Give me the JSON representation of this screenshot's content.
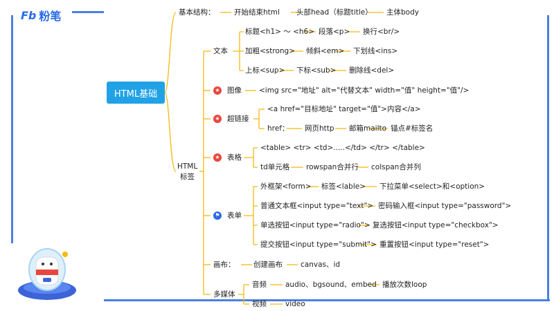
{
  "brand": {
    "logo_mark": "Fb",
    "logo_text": "粉笔"
  },
  "root": "HTML基础",
  "basic": {
    "label": "基本结构：",
    "items": [
      "开始结束html",
      "头部head（标题title）",
      "主体body"
    ]
  },
  "tags_label_1": "HTML",
  "tags_label_2": "标签",
  "text": {
    "label": "文本",
    "rows": [
      [
        "标题<h1> ～ <h6>",
        "段落<p>",
        "换行<br/>"
      ],
      [
        "加粗<strong>",
        "倾斜<em>",
        "下划线<ins>"
      ],
      [
        "上标<sup>",
        "下标<sub>",
        "删除线<del>"
      ]
    ]
  },
  "image": {
    "label": "图像",
    "code": "<img src=\"地址\" alt=\"代替文本\" width=\"值\" height=\"值\"/>"
  },
  "link": {
    "label": "超链接",
    "code": "<a href=\"目标地址\" target=\"值\">内容</a>",
    "href_label": "href：",
    "href_items": [
      "网页http",
      "邮箱mailto",
      "锚点#标签名"
    ]
  },
  "table": {
    "label": "表格",
    "code": "<table> <tr> <td>.....</td> </tr> </table>",
    "td_label": "td单元格",
    "td_items": [
      "rowspan合并行",
      "colspan合并列"
    ]
  },
  "form": {
    "label": "表单",
    "rows": [
      [
        "外框架<form>",
        "标签<lable>",
        "下拉菜单<select>和<option>"
      ],
      [
        "普通文本框<input type=\"text\">",
        "密码输入框<input type=\"password\">"
      ],
      [
        "单选按钮<input type=\"radio\">",
        "复选按钮<input type=\"checkbox\">"
      ],
      [
        "提交按钮<input type=\"submit\">",
        "重置按钮<input type=\"reset\">"
      ]
    ]
  },
  "canvas": {
    "label": "画布：",
    "items": [
      "创建画布",
      "canvas、id"
    ]
  },
  "media": {
    "label": "多媒体",
    "audio_label": "音频",
    "audio_items": [
      "audio、bgsound、embed",
      "播放次数loop"
    ],
    "video_label": "视频",
    "video_items": [
      "video"
    ]
  },
  "colors": {
    "root_bg": "#22a2e6",
    "line": "#f5b90f",
    "frame": "#4a7fe0",
    "star": "#e8463e",
    "flag": "#2b6be8"
  },
  "icons": {
    "star": "star-badge-icon",
    "flag": "flag-badge-icon"
  }
}
